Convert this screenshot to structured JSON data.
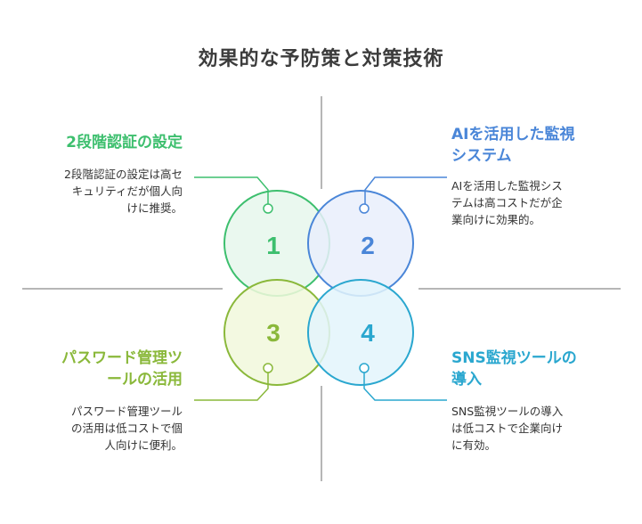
{
  "title": "効果的な予防策と対策技術",
  "colors": {
    "q1": "#3dbf6e",
    "q2": "#4a86d8",
    "q3": "#8ab83a",
    "q4": "#2aa7cf",
    "axis": "#9e9e9e"
  },
  "items": [
    {
      "number": "1",
      "heading": "2段階認証の設定",
      "desc_lines": [
        "2段階認証の設定は高セ",
        "キュリティだが個人向",
        "けに推奨。"
      ]
    },
    {
      "number": "2",
      "heading_lines": [
        "AIを活用した監視",
        "システム"
      ],
      "desc_lines": [
        "AIを活用した監視シス",
        "テムは高コストだが企",
        "業向けに効果的。"
      ]
    },
    {
      "number": "3",
      "heading_lines": [
        "パスワード管理ツ",
        "ールの活用"
      ],
      "desc_lines": [
        "パスワード管理ツール",
        "の活用は低コストで個",
        "人向けに便利。"
      ]
    },
    {
      "number": "4",
      "heading_lines": [
        "SNS監視ツールの",
        "導入"
      ],
      "desc_lines": [
        "SNS監視ツールの導入",
        "は低コストで企業向け",
        "に有効。"
      ]
    }
  ]
}
